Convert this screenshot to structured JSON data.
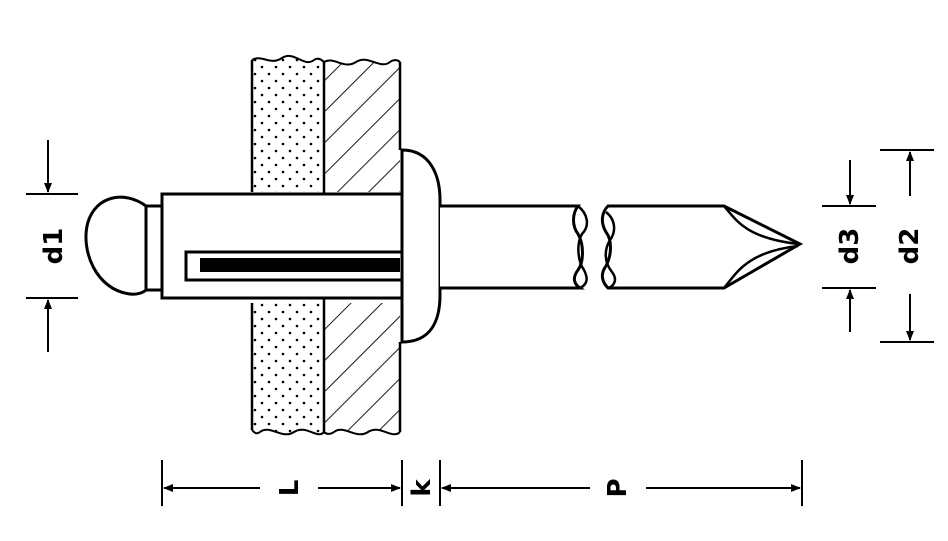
{
  "diagram": {
    "labels": {
      "d1": "d1",
      "d2": "d2",
      "d3": "d3",
      "L": "L",
      "k": "k",
      "P": "P"
    },
    "colors": {
      "ink": "#000000",
      "paper": "#ffffff"
    }
  }
}
